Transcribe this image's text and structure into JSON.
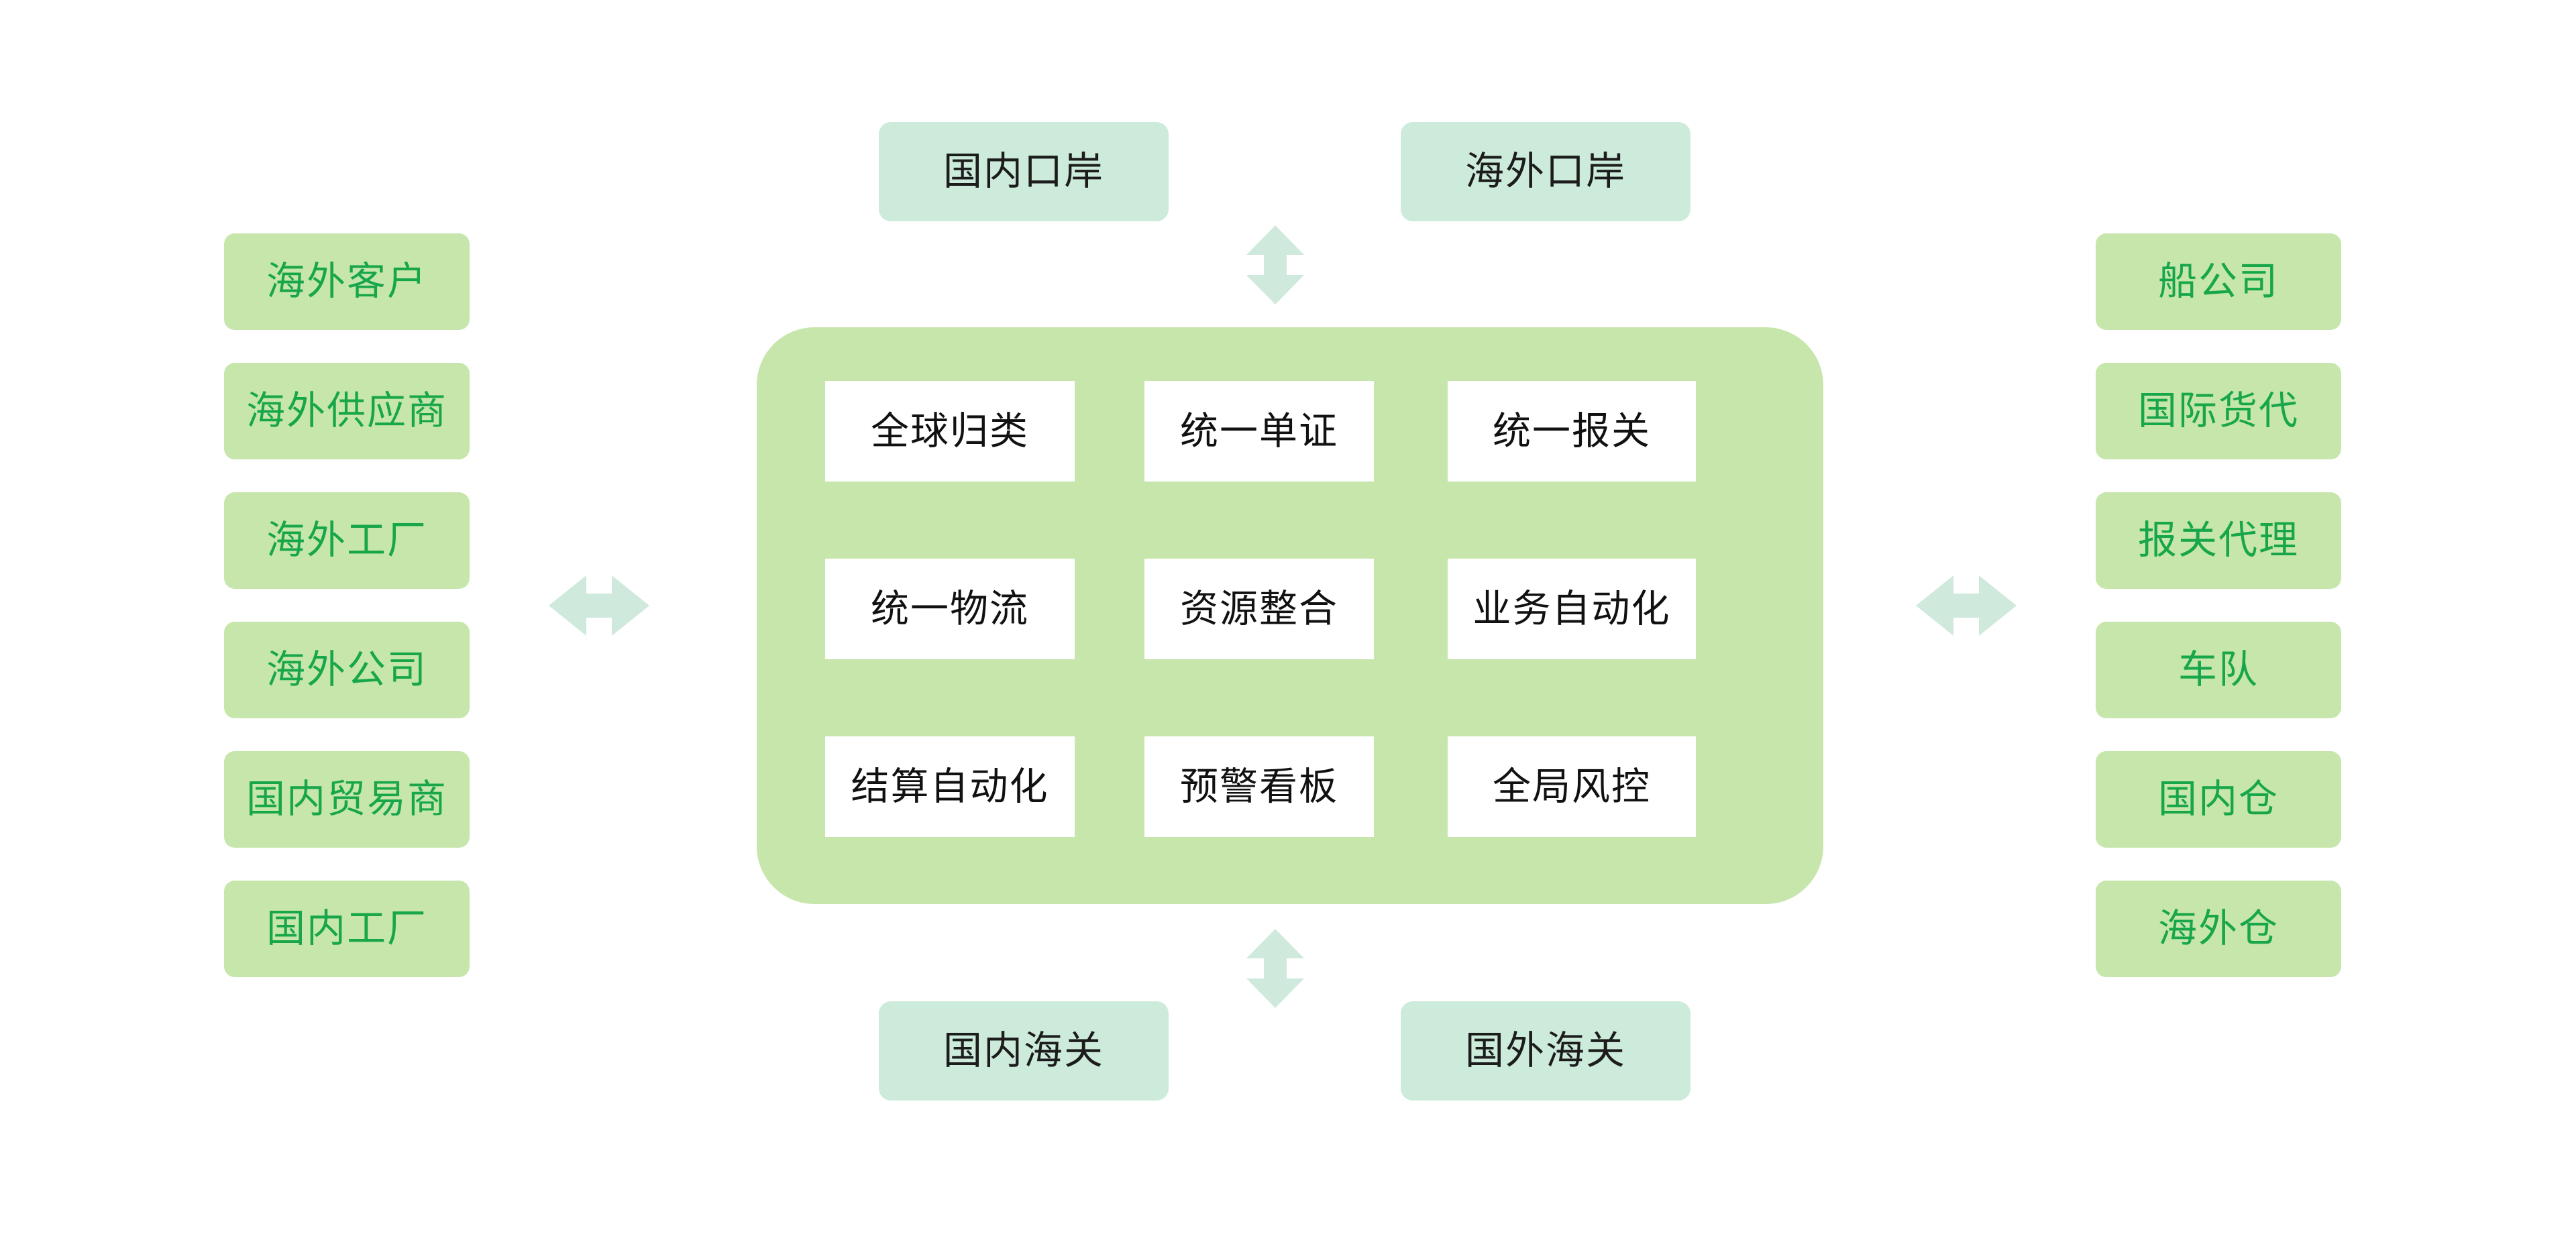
{
  "theme": {
    "page_background": "#ffffff",
    "pill_fill": "#c7e6ab",
    "pill_text": "#18a64b",
    "mint_fill": "#cdebdb",
    "mint_text": "#1c1c1c",
    "panel_fill": "#c7e6ab",
    "card_fill": "#ffffff",
    "card_text": "#111111",
    "arrow_fill": "#cfe9dc"
  },
  "left_column": {
    "name": "partners-left",
    "items": [
      {
        "label": "海外客户"
      },
      {
        "label": "海外供应商"
      },
      {
        "label": "海外工厂"
      },
      {
        "label": "海外公司"
      },
      {
        "label": "国内贸易商"
      },
      {
        "label": "国内工厂"
      }
    ]
  },
  "right_column": {
    "name": "partners-right",
    "items": [
      {
        "label": "船公司"
      },
      {
        "label": "国际货代"
      },
      {
        "label": "报关代理"
      },
      {
        "label": "车队"
      },
      {
        "label": "国内仓"
      },
      {
        "label": "海外仓"
      }
    ]
  },
  "top_row": {
    "name": "ports",
    "items": [
      {
        "label": "国内口岸"
      },
      {
        "label": "海外口岸"
      }
    ]
  },
  "bottom_row": {
    "name": "customs",
    "items": [
      {
        "label": "国内海关"
      },
      {
        "label": "国外海关"
      }
    ]
  },
  "core_panel": {
    "name": "platform-capabilities",
    "rows": [
      [
        {
          "label": "全球归类"
        },
        {
          "label": "统一单证"
        },
        {
          "label": "统一报关"
        }
      ],
      [
        {
          "label": "统一物流"
        },
        {
          "label": "资源整合"
        },
        {
          "label": "业务自动化"
        }
      ],
      [
        {
          "label": "结算自动化"
        },
        {
          "label": "预警看板"
        },
        {
          "label": "全局风控"
        }
      ]
    ]
  },
  "arrows": [
    {
      "name": "arrow-top-vertical",
      "direction": "vertical-double"
    },
    {
      "name": "arrow-bottom-vertical",
      "direction": "vertical-double"
    },
    {
      "name": "arrow-left-horizontal",
      "direction": "horizontal-double"
    },
    {
      "name": "arrow-right-horizontal",
      "direction": "horizontal-double"
    }
  ]
}
